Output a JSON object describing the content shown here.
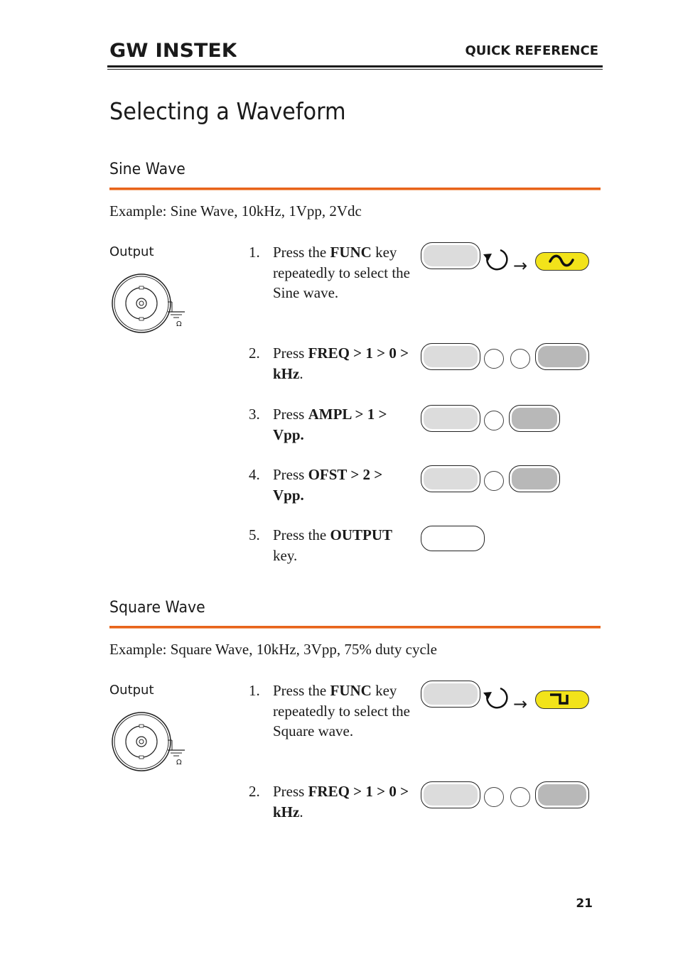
{
  "header": {
    "brand": "GW INSTEK",
    "section": "QUICK REFERENCE"
  },
  "page_title": "Selecting a Waveform",
  "sections": [
    {
      "title": "Sine Wave",
      "example": "Example: Sine Wave, 10kHz, 1Vpp, 2Vdc",
      "output_label": "Output",
      "output_symbol": "Ω",
      "steps": [
        {
          "num": "1.",
          "pre": "Press the ",
          "bold": "FUNC",
          "post": " key repeatedly to select the Sine wave."
        },
        {
          "num": "2.",
          "pre": "Press ",
          "bold": "FREQ > 1 > 0 > kHz",
          "post": "."
        },
        {
          "num": "3.",
          "pre": "Press ",
          "bold": "AMPL > 1 > Vpp.",
          "post": ""
        },
        {
          "num": "4.",
          "pre": "Press ",
          "bold": "OFST > 2 > Vpp.",
          "post": ""
        },
        {
          "num": "5.",
          "pre": "Press the ",
          "bold": "OUTPUT",
          "post": " key."
        }
      ],
      "selection_arrow": "→",
      "waveform_icon": "sine-wave-icon"
    },
    {
      "title": "Square Wave",
      "example": "Example: Square Wave, 10kHz, 3Vpp, 75% duty cycle",
      "output_label": "Output",
      "output_symbol": "Ω",
      "steps": [
        {
          "num": "1.",
          "pre": "Press the ",
          "bold": "FUNC",
          "post": " key repeatedly to select the Square wave."
        },
        {
          "num": "2.",
          "pre": "Press ",
          "bold": "FREQ > 1 > 0 > kHz",
          "post": "."
        }
      ],
      "selection_arrow": "→",
      "waveform_icon": "square-wave-icon"
    }
  ],
  "page_number": "21",
  "colors": {
    "accent_rule": "#e8641b",
    "waveform_key": "#f2e31a",
    "key_light": "#dcdcdc",
    "key_dark": "#b8b8b8"
  }
}
